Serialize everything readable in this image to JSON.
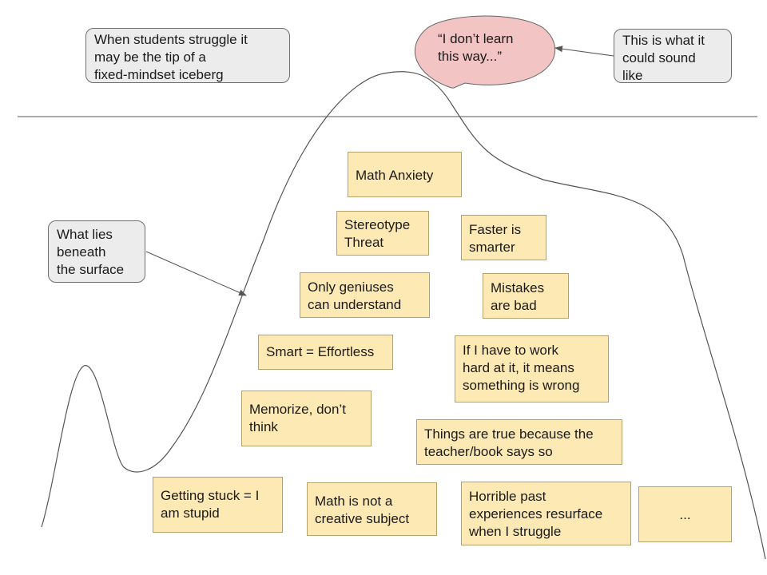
{
  "callouts": {
    "surface_intro": "When students struggle it\nmay be the tip of a\nfixed-mindset iceberg",
    "sound_like": "This is what it\ncould sound\nlike",
    "beneath": "What lies\nbeneath\nthe surface"
  },
  "speech_bubble": {
    "text": "“I don’t learn\nthis way...”",
    "color": "#f2c4c4"
  },
  "beliefs": [
    "Math Anxiety",
    "Stereotype\nThreat",
    "Faster is\nsmarter",
    "Only geniuses\ncan understand",
    "Mistakes\nare bad",
    "Smart = Effortless",
    "If I have to work\nhard at it, it means\nsomething is wrong",
    "Memorize, don’t\nthink",
    "Things are true because the\nteacher/book says so",
    "Getting stuck = I\nam stupid",
    "Math is not a\ncreative subject",
    "Horrible past\nexperiences resurface\nwhen I struggle",
    "..."
  ],
  "colors": {
    "note_fill": "#fde9b3",
    "callout_fill": "#ececec",
    "line": "#555555"
  }
}
